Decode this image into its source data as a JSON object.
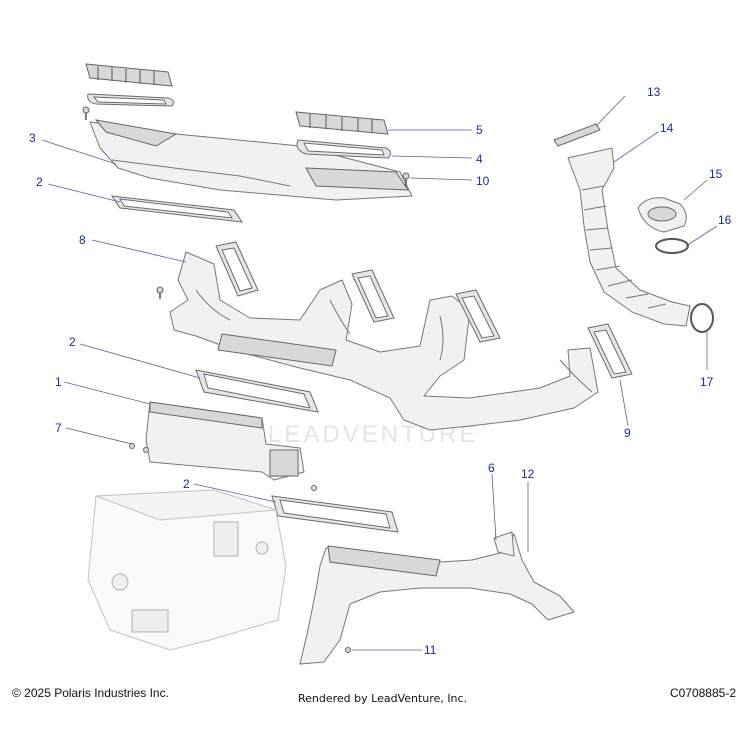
{
  "diagram": {
    "callouts": [
      "13",
      "14",
      "3",
      "5",
      "4",
      "15",
      "10",
      "2",
      "16",
      "8",
      "17",
      "2",
      "1",
      "9",
      "7",
      "6",
      "12",
      "2",
      "11"
    ],
    "watermark": "LEADVENTURE"
  },
  "footer": {
    "copyright": "© 2025 Polaris Industries Inc.",
    "rendered_by": "Rendered by LeadVenture, Inc.",
    "diagram_code": "C0708885-2"
  },
  "colors": {
    "callout_text": "#1e2a9a",
    "leader_line": "#5a5f9c",
    "part_fill": "#f1f1f1",
    "part_outline": "#777777"
  }
}
